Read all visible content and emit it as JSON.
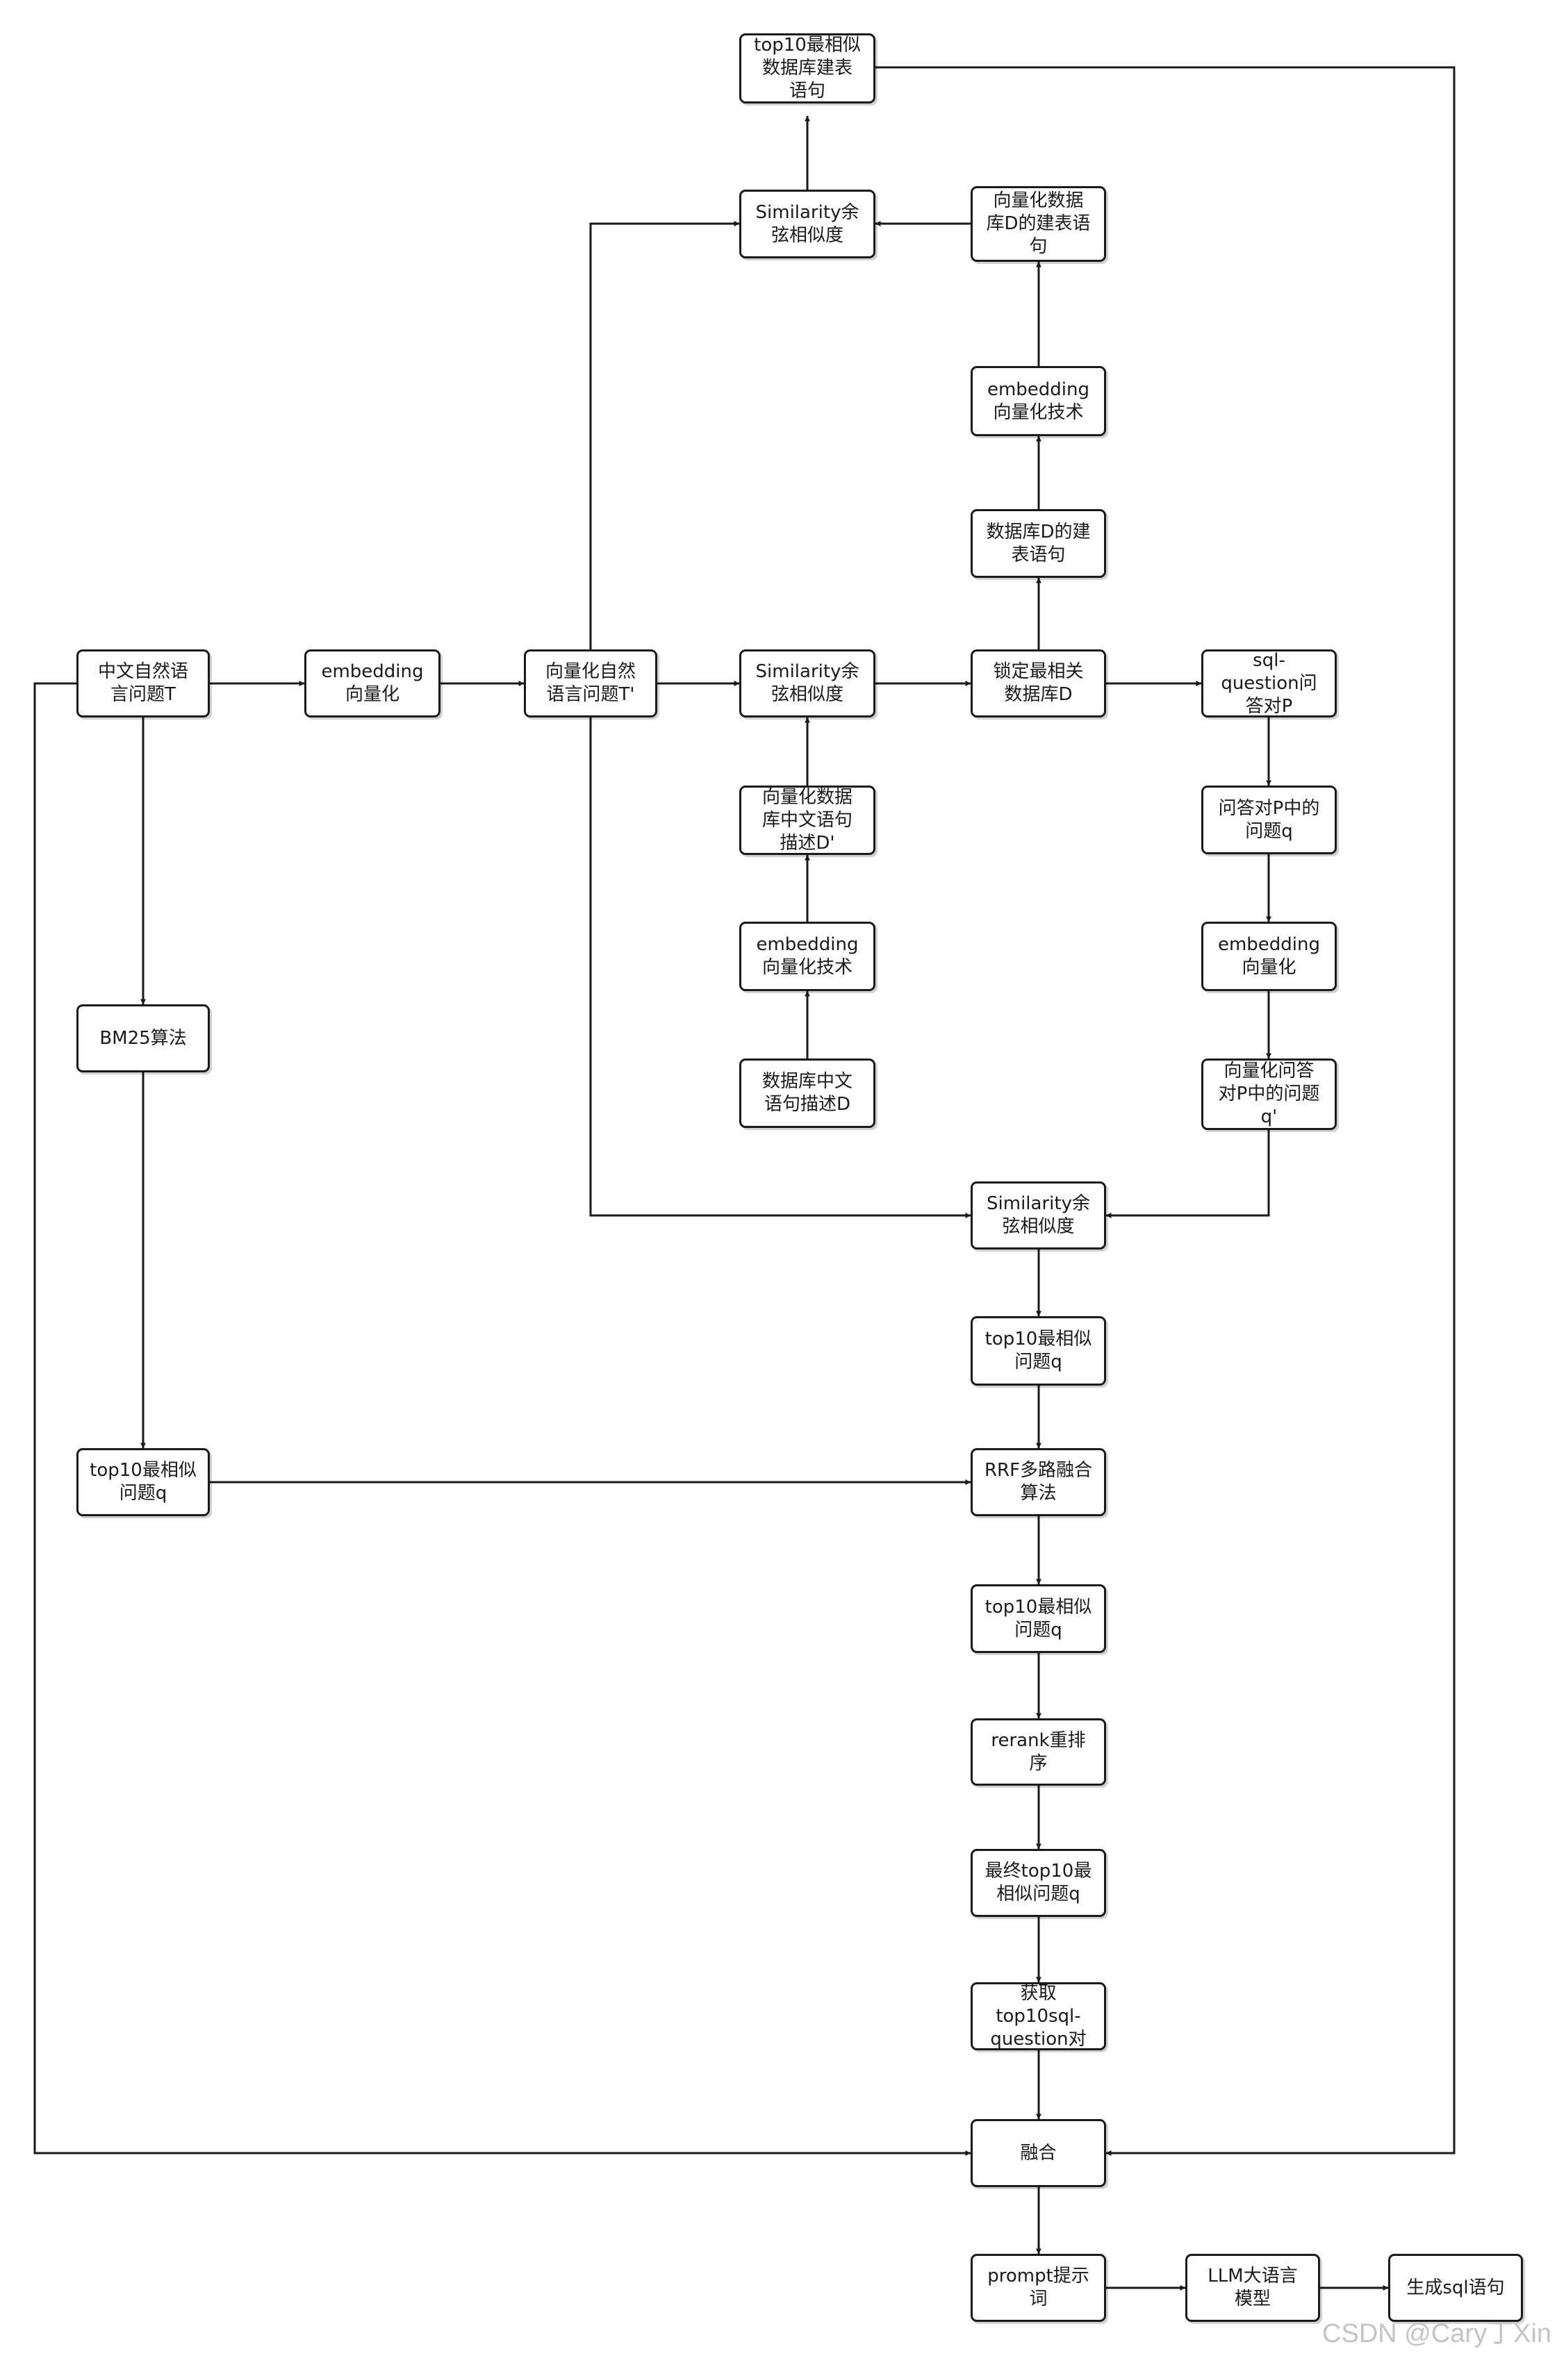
{
  "nodes": {
    "n_top10_schema": "top10最相似\n数据库建表\n语句",
    "n_sim_top": "Similarity余\n弦相似度",
    "n_vec_schema": "向量化数据\n库D的建表语\n句",
    "n_emb_tech_top": "embedding\n向量化技术",
    "n_db_schema": "数据库D的建\n表语句",
    "n_cn_question": "中文自然语\n言问题T",
    "n_emb_1": "embedding\n向量化",
    "n_vec_question": "向量化自然\n语言问题T'",
    "n_sim_mid": "Similarity余\n弦相似度",
    "n_lock_db": "锁定最相关\n数据库D",
    "n_sql_qa": "sql-\nquestion问\n答对P",
    "n_vec_desc": "向量化数据\n库中文语句\n描述D'",
    "n_qa_question": "问答对P中的\n问题q",
    "n_emb_tech_mid": "embedding\n向量化技术",
    "n_emb_2": "embedding\n向量化",
    "n_bm25": "BM25算法",
    "n_db_desc": "数据库中文\n语句描述D",
    "n_vec_qa_question": "向量化问答\n对P中的问题\nq'",
    "n_sim_low": "Similarity余\n弦相似度",
    "n_top10_q_a": "top10最相似\n问题q",
    "n_top10_q_bm25": "top10最相似\n问题q",
    "n_rrf": "RRF多路融合\n算法",
    "n_top10_q_b": "top10最相似\n问题q",
    "n_rerank": "rerank重排\n序",
    "n_final_top10": "最终top10最\n相似问题q",
    "n_get_pairs": "获取\ntop10sql-\nquestion对",
    "n_fuse": "融合",
    "n_prompt": "prompt提示\n词",
    "n_llm": "LLM大语言\n模型",
    "n_gen_sql": "生成sql语句"
  },
  "watermark": "CSDN @Cary丁Xin",
  "colors": {
    "stroke": "#1a1a1a",
    "background": "#ffffff",
    "watermark": "#c4c4c4"
  }
}
